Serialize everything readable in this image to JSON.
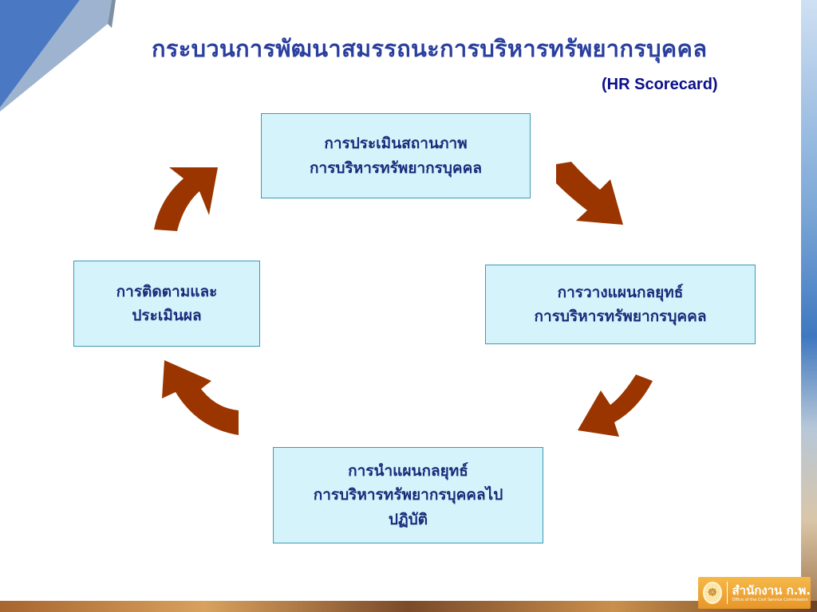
{
  "slide": {
    "title": "กระบวนการพัฒนาสมรรถนะการบริหารทรัพยากรบุคคล",
    "subtitle": "(HR Scorecard)"
  },
  "cycle": {
    "assess": {
      "line1": "การประเมินสถานภาพ",
      "line2": "การบริหารทรัพยากรบุคคล"
    },
    "plan": {
      "line1": "การวางแผนกลยุทธ์",
      "line2": "การบริหารทรัพยากรบุคคล"
    },
    "implement": {
      "line1": "การนำแผนกลยุทธ์",
      "line2": "การบริหารทรัพยากรบุคคลไป",
      "line3": "ปฏิบัติ"
    },
    "monitor": {
      "line1": "การติดตามและ",
      "line2": "ประเมินผล"
    },
    "arrow_color": "#9b3500"
  },
  "logo": {
    "name": "สำนักงาน ก.พ.",
    "subtitle": "Office of the Civil Service Commission"
  }
}
